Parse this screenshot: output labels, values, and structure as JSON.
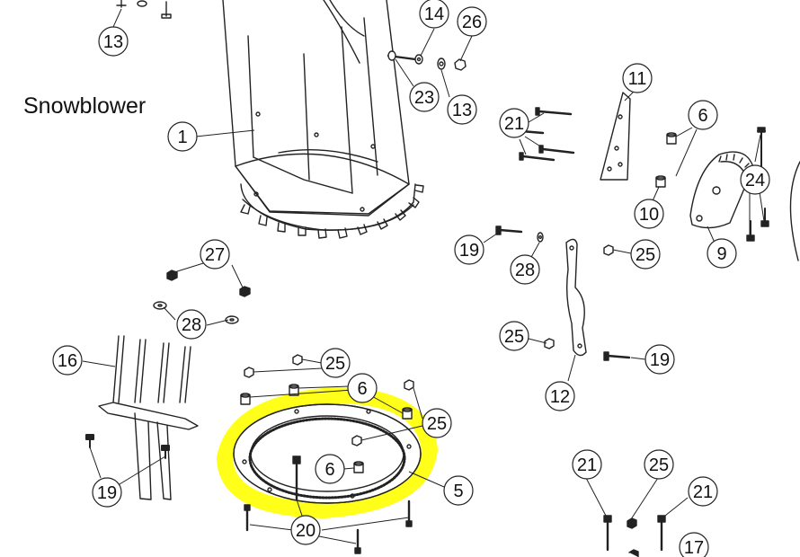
{
  "title": "Snowblower",
  "highlight_color": "#ffff00",
  "callouts": [
    {
      "id": "c-13a",
      "label": "13"
    },
    {
      "id": "c-14",
      "label": "14"
    },
    {
      "id": "c-26",
      "label": "26"
    },
    {
      "id": "c-23",
      "label": "23"
    },
    {
      "id": "c-13b",
      "label": "13"
    },
    {
      "id": "c-1",
      "label": "1"
    },
    {
      "id": "c-11",
      "label": "11"
    },
    {
      "id": "c-21a",
      "label": "21"
    },
    {
      "id": "c-6a",
      "label": "6"
    },
    {
      "id": "c-24",
      "label": "24"
    },
    {
      "id": "c-10",
      "label": "10"
    },
    {
      "id": "c-9",
      "label": "9"
    },
    {
      "id": "c-19a",
      "label": "19"
    },
    {
      "id": "c-28a",
      "label": "28"
    },
    {
      "id": "c-25a",
      "label": "25"
    },
    {
      "id": "c-27",
      "label": "27"
    },
    {
      "id": "c-28b",
      "label": "28"
    },
    {
      "id": "c-16",
      "label": "16"
    },
    {
      "id": "c-25b",
      "label": "25"
    },
    {
      "id": "c-19b",
      "label": "19"
    },
    {
      "id": "c-12",
      "label": "12"
    },
    {
      "id": "c-25c",
      "label": "25"
    },
    {
      "id": "c-6b",
      "label": "6"
    },
    {
      "id": "c-25d",
      "label": "25"
    },
    {
      "id": "c-6c",
      "label": "6"
    },
    {
      "id": "c-5",
      "label": "5"
    },
    {
      "id": "c-19c",
      "label": "19"
    },
    {
      "id": "c-20",
      "label": "20"
    },
    {
      "id": "c-21b",
      "label": "21"
    },
    {
      "id": "c-25e",
      "label": "25"
    },
    {
      "id": "c-21c",
      "label": "21"
    },
    {
      "id": "c-17",
      "label": "17"
    }
  ]
}
